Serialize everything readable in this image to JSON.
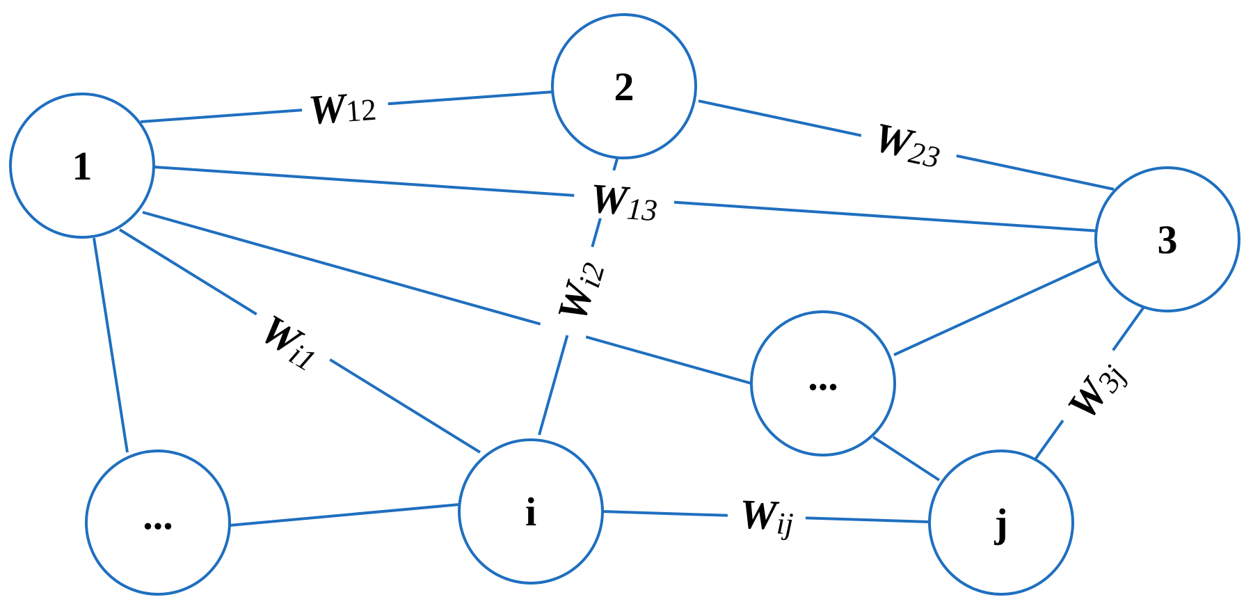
{
  "colors": {
    "line": "#1f6fbf",
    "text": "#000000",
    "background": "#ffffff"
  },
  "nodes": [
    {
      "id": "n1",
      "label": "1"
    },
    {
      "id": "n2",
      "label": "2"
    },
    {
      "id": "n3",
      "label": "3"
    },
    {
      "id": "ni",
      "label": "i"
    },
    {
      "id": "nj",
      "label": "j"
    },
    {
      "id": "nbl",
      "label": "..."
    },
    {
      "id": "nmid",
      "label": "..."
    }
  ],
  "edges": [
    {
      "id": "e12",
      "from": "n1",
      "to": "n2",
      "weight_symbol": "W",
      "weight_sub": "12"
    },
    {
      "id": "e23",
      "from": "n2",
      "to": "n3",
      "weight_symbol": "W",
      "weight_sub": "23"
    },
    {
      "id": "e13",
      "from": "n1",
      "to": "n3",
      "weight_symbol": "W",
      "weight_sub": "13"
    },
    {
      "id": "ei1",
      "from": "n1",
      "to": "ni",
      "weight_symbol": "W",
      "weight_sub": "i1"
    },
    {
      "id": "ei2",
      "from": "ni",
      "to": "n2",
      "weight_symbol": "W",
      "weight_sub": "i2"
    },
    {
      "id": "eij",
      "from": "ni",
      "to": "nj",
      "weight_symbol": "W",
      "weight_sub": "ij"
    },
    {
      "id": "e3j",
      "from": "nj",
      "to": "n3",
      "weight_symbol": "W",
      "weight_sub": "3j"
    },
    {
      "id": "e1bl",
      "from": "n1",
      "to": "nbl"
    },
    {
      "id": "ebli",
      "from": "nbl",
      "to": "ni"
    },
    {
      "id": "e1mid",
      "from": "n1",
      "to": "nmid"
    },
    {
      "id": "emid3",
      "from": "nmid",
      "to": "n3"
    },
    {
      "id": "emidj",
      "from": "nmid",
      "to": "nj"
    }
  ]
}
